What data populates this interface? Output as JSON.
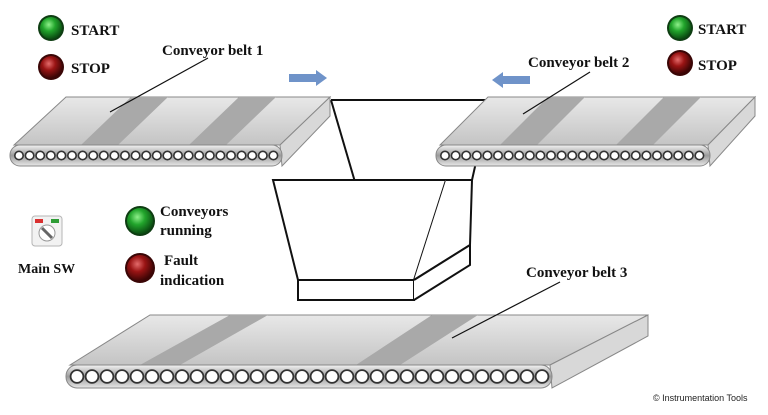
{
  "controls": {
    "left_start_label": "START",
    "left_stop_label": "STOP",
    "right_start_label": "START",
    "right_stop_label": "STOP"
  },
  "belts": {
    "belt1_label": "Conveyor belt 1",
    "belt2_label": "Conveyor belt 2",
    "belt3_label": "Conveyor belt 3"
  },
  "panel": {
    "main_switch_label": "Main SW",
    "running_line1": "Conveyors",
    "running_line2": "running",
    "fault_line1": "Fault",
    "fault_line2": "indication"
  },
  "copyright": "© Instrumentation Tools",
  "colors": {
    "start_green": "#1f9a2a",
    "stop_red": "#8e1212",
    "arrow_blue": "#6f93c9",
    "belt_light": "#d2d2d2",
    "belt_stripe": "#a9a9a9"
  }
}
